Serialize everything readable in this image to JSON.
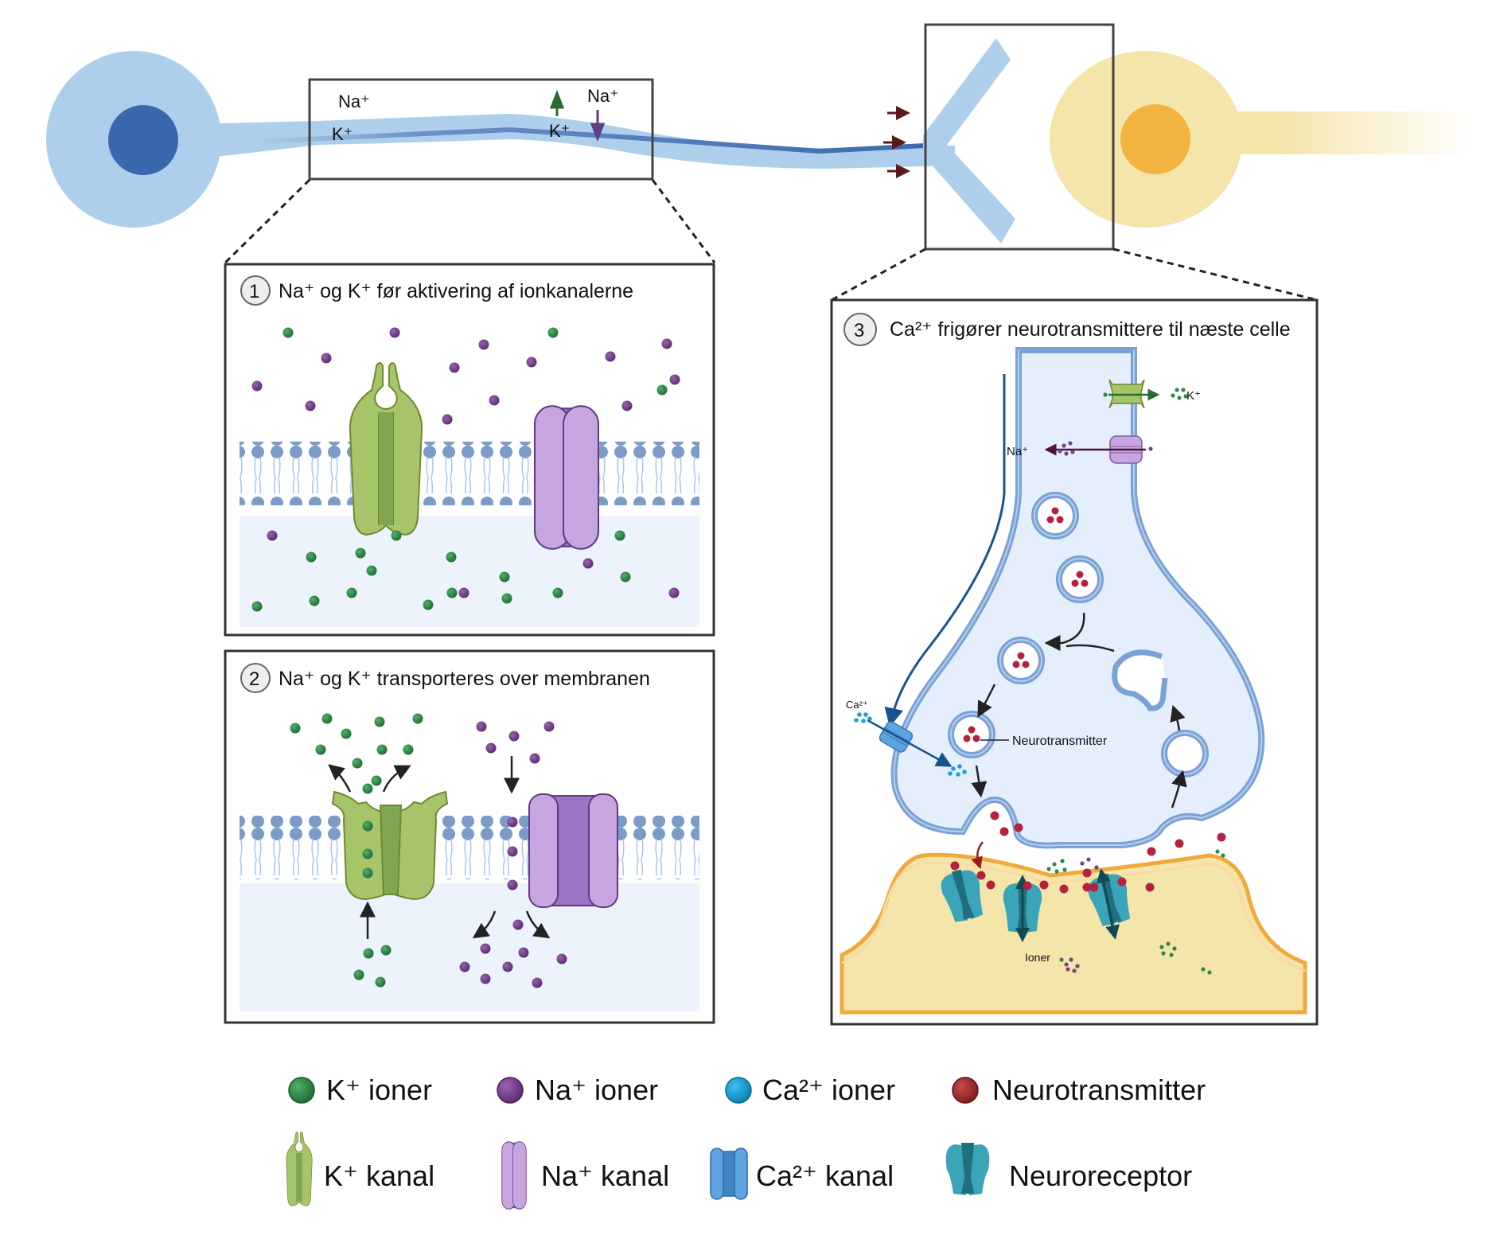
{
  "overview": {
    "axon_labels": {
      "na_left": "Na⁺",
      "k_left": "K⁺",
      "k_right": "K⁺",
      "na_right": "Na⁺"
    }
  },
  "panels": [
    {
      "number": "1",
      "title": "Na⁺ og K⁺ før aktivering af ionkanalerne"
    },
    {
      "number": "2",
      "title": "Na⁺ og K⁺ transporteres over membranen"
    },
    {
      "number": "3",
      "title": "Ca²⁺ frigører neurotransmittere til næste celle"
    }
  ],
  "synapse_labels": {
    "k": "K⁺",
    "na": "Na⁺",
    "ca": "Ca²⁺",
    "neurotransmitter": "Neurotransmitter",
    "ions": "Ioner"
  },
  "legend": {
    "items": [
      {
        "icon": "k-ion-icon",
        "label": "K⁺ ioner",
        "color": "#2e8b45"
      },
      {
        "icon": "na-ion-icon",
        "label": "Na⁺ ioner",
        "color": "#7b3f91"
      },
      {
        "icon": "ca-ion-icon",
        "label": "Ca²⁺ ioner",
        "color": "#1ea0d8"
      },
      {
        "icon": "neurotransmitter-icon",
        "label": "Neurotransmitter",
        "color": "#a52a2a"
      },
      {
        "icon": "k-channel-icon",
        "label": "K⁺ kanal",
        "color": "#a6c46a"
      },
      {
        "icon": "na-channel-icon",
        "label": "Na⁺ kanal",
        "color": "#c7a6e0"
      },
      {
        "icon": "ca-channel-icon",
        "label": "Ca²⁺ kanal",
        "color": "#5fa3e0"
      },
      {
        "icon": "neuroreceptor-icon",
        "label": "Neuroreceptor",
        "color": "#3aa5b8"
      }
    ]
  },
  "colors": {
    "neuron_blue": "#aecfeb",
    "nucleus_blue": "#3a67ad",
    "neuron_yellow": "#f4e5ab",
    "nucleus_orange": "#f2b341",
    "k_ion": "#2e8b45",
    "na_ion": "#7b3f91",
    "ca_ion": "#1ea0d8",
    "neurotransmitter": "#b5223f",
    "membrane_head": "#7a9cc6",
    "cytoplasm": "#ecf3fc",
    "receptor": "#3aa5b8"
  }
}
